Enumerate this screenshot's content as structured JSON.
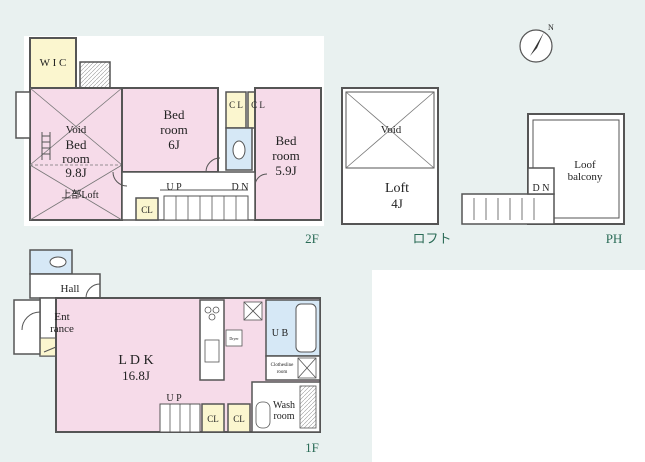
{
  "floors": {
    "f2": "2F",
    "loft": "ロフト",
    "ph": "PH",
    "f1": "1F"
  },
  "rooms2f": {
    "wic": "W I C",
    "void": "Void",
    "bed1_line1": "Bed",
    "bed1_line2": "room",
    "bed1_size": "9.8J",
    "bed1_loft": "上部Loft",
    "bed2_line1": "Bed",
    "bed2_line2": "room",
    "bed2_size": "6J",
    "bed3_line1": "Bed",
    "bed3_line2": "room",
    "bed3_size": "5.9J",
    "cl": "C L",
    "cl_small": "CL",
    "up": "U P",
    "dn": "D N"
  },
  "roomsLoft": {
    "void": "Void",
    "loft": "Loft",
    "size": "4J"
  },
  "roomsPH": {
    "balcony_line1": "Loof",
    "balcony_line2": "balcony",
    "dn": "D N"
  },
  "rooms1f": {
    "hall": "Hall",
    "entrance_line1": "Ent",
    "entrance_line2": "rance",
    "ldk": "L D K",
    "ldk_size": "16.8J",
    "ub": "U B",
    "closing_line1": "Clothesline",
    "closing_line2": "room",
    "wash_line1": "Wash",
    "wash_line2": "room",
    "up": "U P",
    "cl": "CL",
    "stove": "Dryer"
  },
  "colors": {
    "pink": "#f6dbe9",
    "cream": "#fbf6cf",
    "blue": "#d6e8f6",
    "wall": "#555555",
    "panel": "#e9f1f0",
    "floor_label": "#2a6b56"
  }
}
